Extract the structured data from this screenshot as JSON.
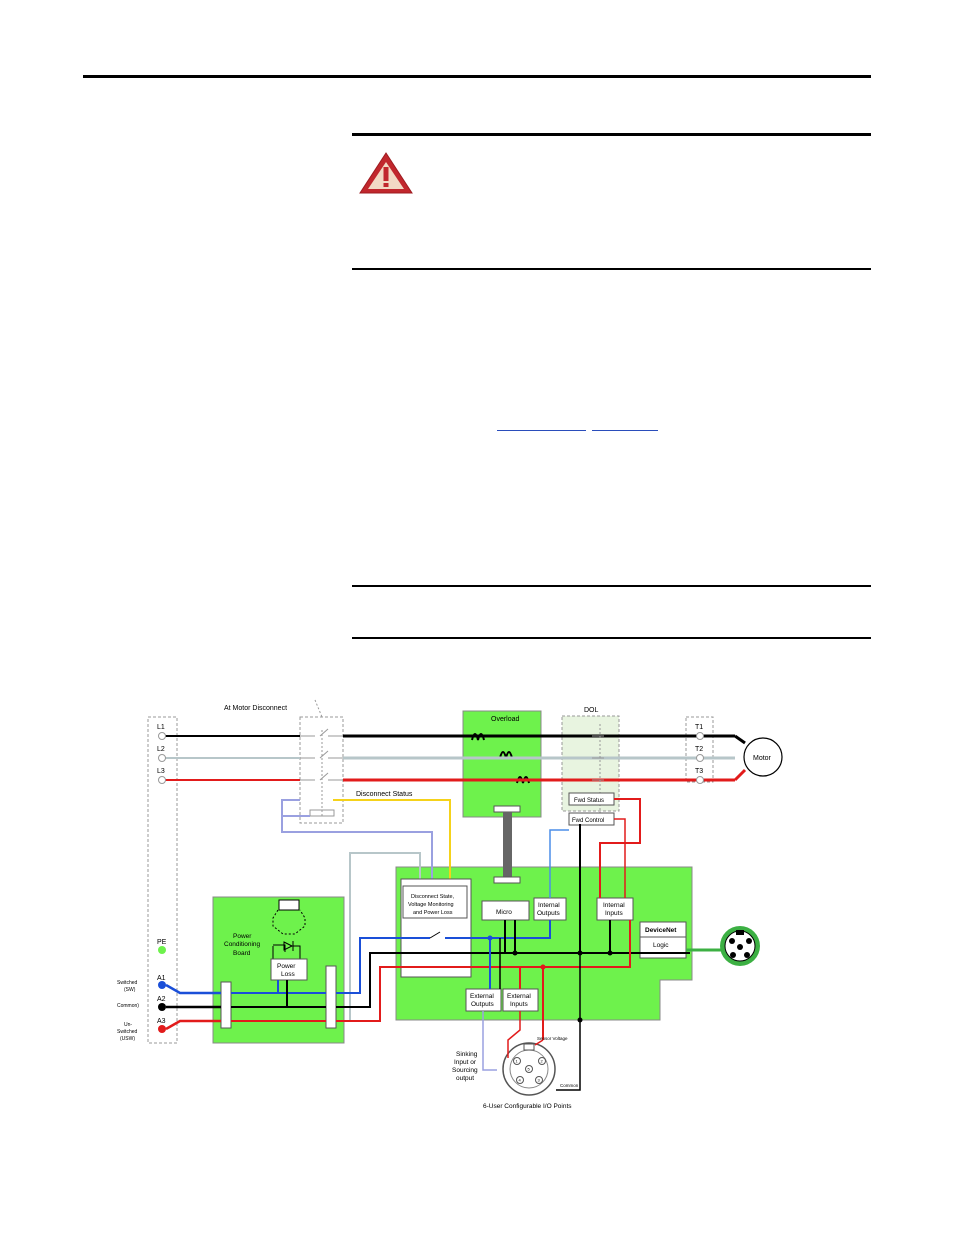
{
  "diagram": {
    "labels": {
      "at_motor_disconnect": "At Motor Disconnect",
      "overload": "Overload",
      "dol": "DOL",
      "l1": "L1",
      "l2": "L2",
      "l3": "L3",
      "t1": "T1",
      "t2": "T2",
      "t3": "T3",
      "motor": "Motor",
      "disconnect_status": "Disconnect Status",
      "fwd_status": "Fwd Status",
      "fwd_control": "Fwd Control",
      "pe": "PE",
      "a1": "A1",
      "a2": "A2",
      "a3": "A3",
      "switched_1": "Switched",
      "switched_2": "(SW)",
      "common": "Common)",
      "unswitched_1": "Un-",
      "unswitched_2": "Switched",
      "unswitched_3": "(USW)",
      "power_conditioning_1": "Power",
      "power_conditioning_2": "Conditioning",
      "power_conditioning_3": "Board",
      "power_loss_1": "Power",
      "power_loss_2": "Loss",
      "disconnect_state_1": "Disconnect State,",
      "disconnect_state_2": "Voltage Monitoring",
      "disconnect_state_3": "and Power Loss",
      "micro": "Micro",
      "internal_outputs_1": "Internal",
      "internal_outputs_2": "Outputs",
      "internal_inputs_1": "Internal",
      "internal_inputs_2": "Inputs",
      "devicenet": "DeviceNet",
      "logic": "Logic",
      "external_outputs_1": "External",
      "external_outputs_2": "Outputs",
      "external_inputs_1": "External",
      "external_inputs_2": "Inputs",
      "sinking_1": "Sinking",
      "sinking_2": "Input or",
      "sinking_3": "Sourcing",
      "sinking_4": "output",
      "sensor_voltage": "Sensor Voltage",
      "common_conn": "Common",
      "io_points": "6-User Configurable I/O Points",
      "pins": [
        "1",
        "2",
        "3",
        "4",
        "5"
      ]
    }
  }
}
